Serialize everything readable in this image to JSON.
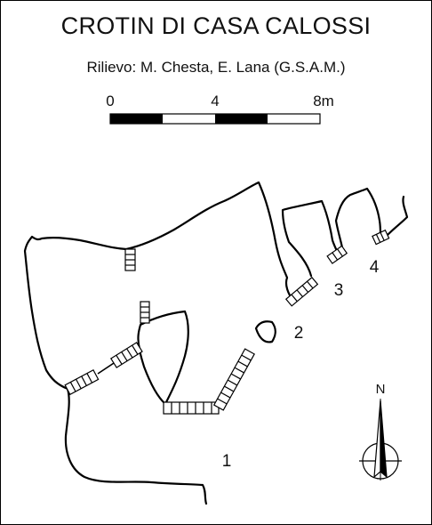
{
  "title": "CROTIN DI CASA CALOSSI",
  "subtitle": "Rilievo: M. Chesta, E. Lana (G.S.A.M.)",
  "scale_bar": {
    "ticks": [
      "0",
      "4",
      "8m"
    ]
  },
  "north_label": "N",
  "entrance_labels": [
    "1",
    "2",
    "3",
    "4"
  ],
  "colors": {
    "ink": "#111111",
    "paper": "#ffffff"
  }
}
